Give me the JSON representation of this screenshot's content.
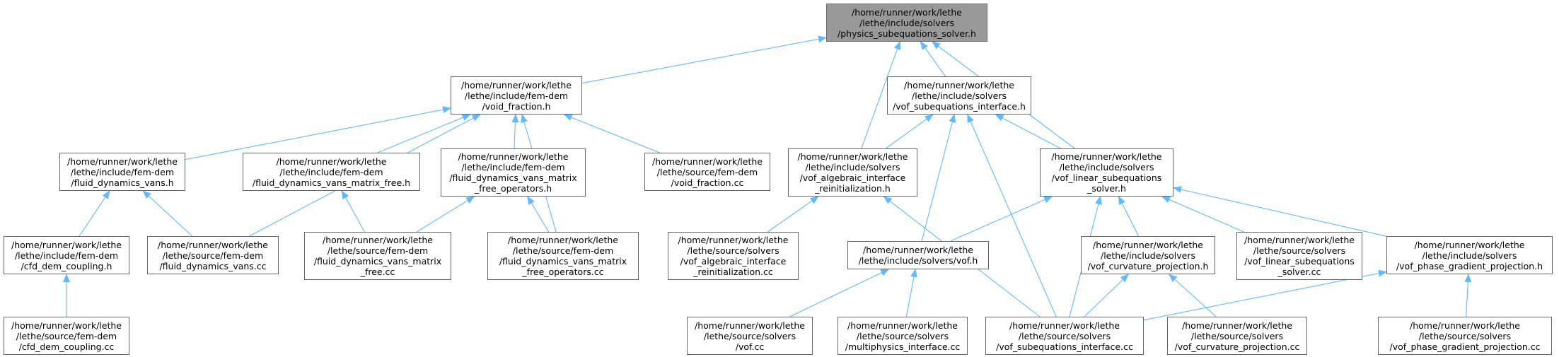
{
  "colors": {
    "edge": "#63b8ff",
    "node_border": "#666666",
    "root_fill": "#999999",
    "node_fill": "#ffffff"
  },
  "nodes": {
    "physics_subequations_solver_h": {
      "label": [
        "/home/runner/work/lethe",
        "/lethe/include/solvers",
        "/physics_subequations_solver.h"
      ]
    },
    "void_fraction_h": {
      "label": [
        "/home/runner/work/lethe",
        "/lethe/include/fem-dem",
        "/void_fraction.h"
      ]
    },
    "vof_subequations_interface_h": {
      "label": [
        "/home/runner/work/lethe",
        "/lethe/include/solvers",
        "/vof_subequations_interface.h"
      ]
    },
    "fluid_dynamics_vans_h": {
      "label": [
        "/home/runner/work/lethe",
        "/lethe/include/fem-dem",
        "/fluid_dynamics_vans.h"
      ]
    },
    "fluid_dynamics_vans_matrix_free_h": {
      "label": [
        "/home/runner/work/lethe",
        "/lethe/include/fem-dem",
        "/fluid_dynamics_vans_matrix_free.h"
      ]
    },
    "fluid_dynamics_vans_matrix_free_operators_h": {
      "label": [
        "/home/runner/work/lethe",
        "/lethe/include/fem-dem",
        "/fluid_dynamics_vans_matrix",
        "_free_operators.h"
      ]
    },
    "void_fraction_cc": {
      "label": [
        "/home/runner/work/lethe",
        "/lethe/source/fem-dem",
        "/void_fraction.cc"
      ]
    },
    "vof_algebraic_interface_reinitialization_h": {
      "label": [
        "/home/runner/work/lethe",
        "/lethe/include/solvers",
        "/vof_algebraic_interface",
        "_reinitialization.h"
      ]
    },
    "vof_linear_subequations_solver_h": {
      "label": [
        "/home/runner/work/lethe",
        "/lethe/include/solvers",
        "/vof_linear_subequations",
        "_solver.h"
      ]
    },
    "cfd_dem_coupling_h": {
      "label": [
        "/home/runner/work/lethe",
        "/lethe/include/fem-dem",
        "/cfd_dem_coupling.h"
      ]
    },
    "fluid_dynamics_vans_cc": {
      "label": [
        "/home/runner/work/lethe",
        "/lethe/source/fem-dem",
        "/fluid_dynamics_vans.cc"
      ]
    },
    "fluid_dynamics_vans_matrix_free_cc": {
      "label": [
        "/home/runner/work/lethe",
        "/lethe/source/fem-dem",
        "/fluid_dynamics_vans_matrix",
        "_free.cc"
      ]
    },
    "fluid_dynamics_vans_matrix_free_operators_cc": {
      "label": [
        "/home/runner/work/lethe",
        "/lethe/source/fem-dem",
        "/fluid_dynamics_vans_matrix",
        "_free_operators.cc"
      ]
    },
    "vof_algebraic_interface_reinitialization_cc": {
      "label": [
        "/home/runner/work/lethe",
        "/lethe/source/solvers",
        "/vof_algebraic_interface",
        "_reinitialization.cc"
      ]
    },
    "vof_h": {
      "label": [
        "/home/runner/work/lethe",
        "/lethe/include/solvers/vof.h"
      ]
    },
    "vof_curvature_projection_h": {
      "label": [
        "/home/runner/work/lethe",
        "/lethe/include/solvers",
        "/vof_curvature_projection.h"
      ]
    },
    "vof_linear_subequations_solver_cc": {
      "label": [
        "/home/runner/work/lethe",
        "/lethe/source/solvers",
        "/vof_linear_subequations",
        "_solver.cc"
      ]
    },
    "vof_phase_gradient_projection_h": {
      "label": [
        "/home/runner/work/lethe",
        "/lethe/include/solvers",
        "/vof_phase_gradient_projection.h"
      ]
    },
    "cfd_dem_coupling_cc": {
      "label": [
        "/home/runner/work/lethe",
        "/lethe/source/fem-dem",
        "/cfd_dem_coupling.cc"
      ]
    },
    "vof_cc": {
      "label": [
        "/home/runner/work/lethe",
        "/lethe/source/solvers",
        "/vof.cc"
      ]
    },
    "multiphysics_interface_cc": {
      "label": [
        "/home/runner/work/lethe",
        "/lethe/source/solvers",
        "/multiphysics_interface.cc"
      ]
    },
    "vof_subequations_interface_cc": {
      "label": [
        "/home/runner/work/lethe",
        "/lethe/source/solvers",
        "/vof_subequations_interface.cc"
      ]
    },
    "vof_curvature_projection_cc": {
      "label": [
        "/home/runner/work/lethe",
        "/lethe/source/solvers",
        "/vof_curvature_projection.cc"
      ]
    },
    "vof_phase_gradient_projection_cc": {
      "label": [
        "/home/runner/work/lethe",
        "/lethe/source/solvers",
        "/vof_phase_gradient_projection.cc"
      ]
    }
  },
  "edges": [
    {
      "from": "void_fraction_h",
      "to": "physics_subequations_solver_h"
    },
    {
      "from": "vof_subequations_interface_h",
      "to": "physics_subequations_solver_h"
    },
    {
      "from": "vof_algebraic_interface_reinitialization_h",
      "to": "physics_subequations_solver_h"
    },
    {
      "from": "vof_linear_subequations_solver_h",
      "to": "physics_subequations_solver_h"
    },
    {
      "from": "fluid_dynamics_vans_h",
      "to": "void_fraction_h"
    },
    {
      "from": "fluid_dynamics_vans_cc",
      "to": "void_fraction_h"
    },
    {
      "from": "fluid_dynamics_vans_matrix_free_h",
      "to": "void_fraction_h"
    },
    {
      "from": "fluid_dynamics_vans_matrix_free_operators_h",
      "to": "void_fraction_h"
    },
    {
      "from": "fluid_dynamics_vans_matrix_free_operators_cc",
      "to": "void_fraction_h"
    },
    {
      "from": "void_fraction_cc",
      "to": "void_fraction_h"
    },
    {
      "from": "vof_algebraic_interface_reinitialization_h",
      "to": "vof_subequations_interface_h"
    },
    {
      "from": "vof_h",
      "to": "vof_subequations_interface_h"
    },
    {
      "from": "vof_subequations_interface_cc",
      "to": "vof_subequations_interface_h"
    },
    {
      "from": "vof_linear_subequations_solver_h",
      "to": "vof_subequations_interface_h"
    },
    {
      "from": "cfd_dem_coupling_h",
      "to": "fluid_dynamics_vans_h"
    },
    {
      "from": "fluid_dynamics_vans_cc",
      "to": "fluid_dynamics_vans_h"
    },
    {
      "from": "cfd_dem_coupling_cc",
      "to": "cfd_dem_coupling_h"
    },
    {
      "from": "fluid_dynamics_vans_matrix_free_cc",
      "to": "fluid_dynamics_vans_matrix_free_h"
    },
    {
      "from": "fluid_dynamics_vans_matrix_free_cc",
      "to": "fluid_dynamics_vans_matrix_free_operators_h"
    },
    {
      "from": "fluid_dynamics_vans_matrix_free_operators_cc",
      "to": "fluid_dynamics_vans_matrix_free_operators_h"
    },
    {
      "from": "vof_algebraic_interface_reinitialization_cc",
      "to": "vof_algebraic_interface_reinitialization_h"
    },
    {
      "from": "vof_subequations_interface_cc",
      "to": "vof_algebraic_interface_reinitialization_h"
    },
    {
      "from": "vof_h",
      "to": "vof_linear_subequations_solver_h"
    },
    {
      "from": "vof_subequations_interface_cc",
      "to": "vof_linear_subequations_solver_h"
    },
    {
      "from": "vof_curvature_projection_h",
      "to": "vof_linear_subequations_solver_h"
    },
    {
      "from": "vof_linear_subequations_solver_cc",
      "to": "vof_linear_subequations_solver_h"
    },
    {
      "from": "vof_phase_gradient_projection_h",
      "to": "vof_linear_subequations_solver_h"
    },
    {
      "from": "vof_cc",
      "to": "vof_h"
    },
    {
      "from": "multiphysics_interface_cc",
      "to": "vof_h"
    },
    {
      "from": "vof_subequations_interface_cc",
      "to": "vof_curvature_projection_h"
    },
    {
      "from": "vof_curvature_projection_cc",
      "to": "vof_curvature_projection_h"
    },
    {
      "from": "vof_subequations_interface_cc",
      "to": "vof_phase_gradient_projection_h"
    },
    {
      "from": "vof_phase_gradient_projection_cc",
      "to": "vof_phase_gradient_projection_h"
    }
  ]
}
